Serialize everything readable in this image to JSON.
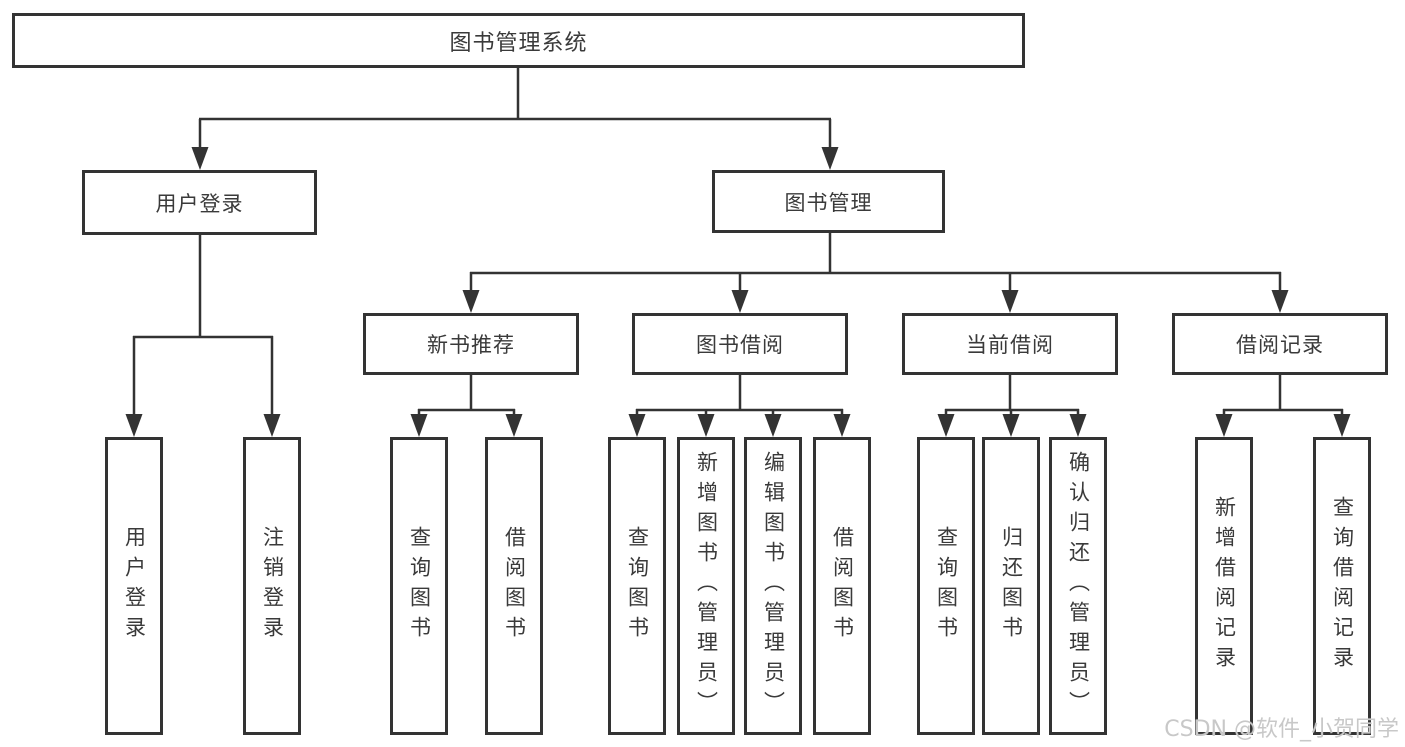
{
  "tree": {
    "root": "图书管理系统",
    "branches": [
      {
        "label": "用户登录",
        "children": [
          "用户登录",
          "注销登录"
        ]
      },
      {
        "label": "图书管理",
        "groups": [
          {
            "label": "新书推荐",
            "children": [
              "查询图书",
              "借阅图书"
            ]
          },
          {
            "label": "图书借阅",
            "children": [
              "查询图书",
              "新增图书（管理员）",
              "编辑图书（管理员）",
              "借阅图书"
            ]
          },
          {
            "label": "当前借阅",
            "children": [
              "查询图书",
              "归还图书",
              "确认归还（管理员）"
            ]
          },
          {
            "label": "借阅记录",
            "children": [
              "新增借阅记录",
              "查询借阅记录"
            ]
          }
        ]
      }
    ]
  },
  "watermark": {
    "text": "CSDN @软件_小贺同学"
  },
  "colors": {
    "line": "#333333",
    "text": "#3a3a3a",
    "box_background": "#ffffff",
    "watermark": "#c5c5c5"
  }
}
